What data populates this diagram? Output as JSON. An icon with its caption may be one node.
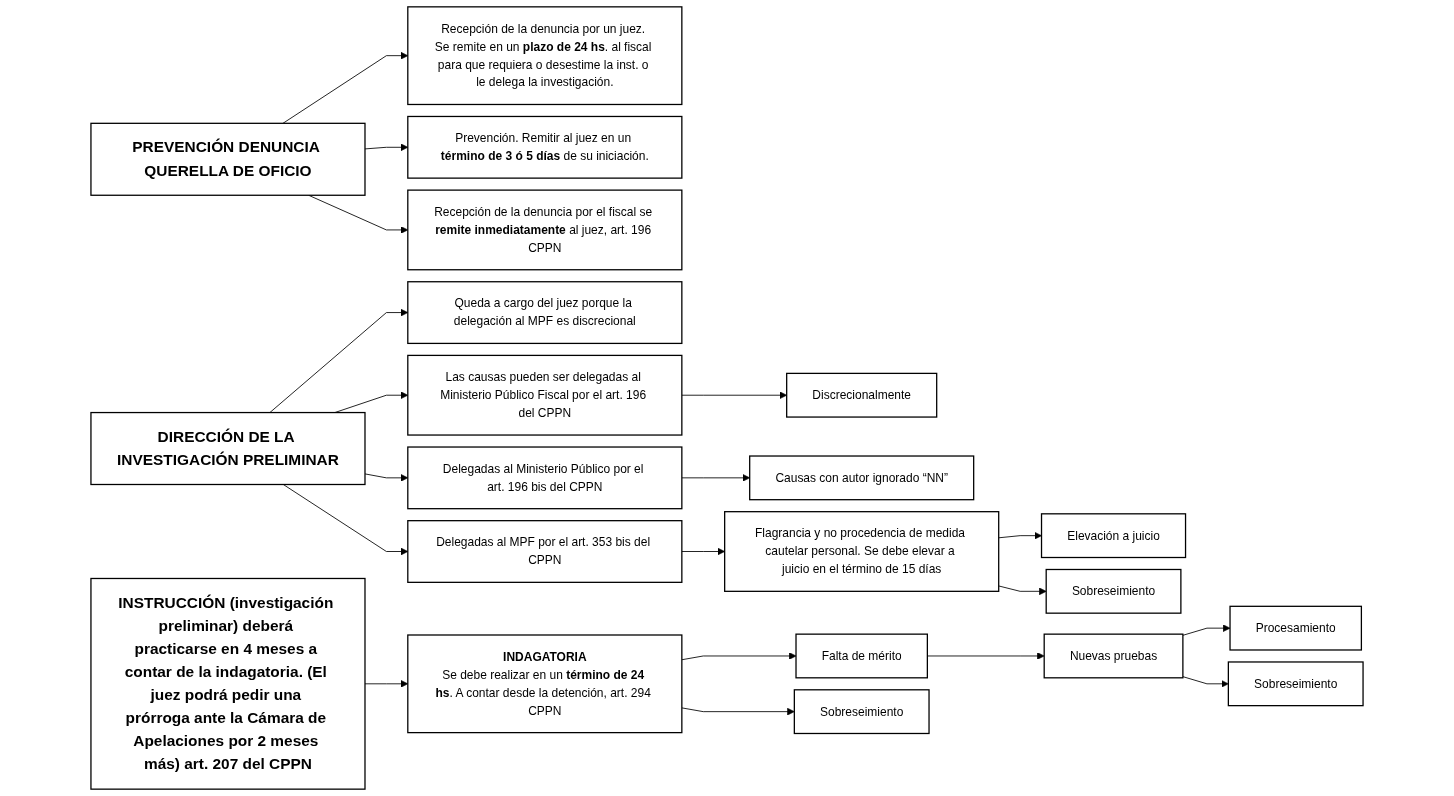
{
  "diagram": {
    "nodes": [
      {
        "text": [
          "PREVENCIÓN DENUNCIA QUERELLA DE OFICIO"
        ]
      },
      {
        "text": [
          "Recepción de la denuncia por un juez. Se remite en un **plazo de 24 hs**. al fiscal para que requiera o desestime la inst. o le delega la investigación."
        ]
      },
      {
        "text": [
          "Prevención. Remitir al juez en un **término de 3 ó 5 días** de su iniciación."
        ]
      },
      {
        "text": [
          "Recepción de la denuncia por el fiscal se **remite inmediatamente** al juez, art. 196 CPPN"
        ]
      },
      {
        "text": [
          "DIRECCIÓN DE LA INVESTIGACIÓN PRELIMINAR"
        ]
      },
      {
        "text": [
          "Queda a cargo del juez porque la delegación al MPF es discrecional"
        ]
      },
      {
        "text": [
          "Las causas pueden ser delegadas al Ministerio Público Fiscal por el art. 196 del CPPN"
        ]
      },
      {
        "text": [
          "Discrecionalmente"
        ]
      },
      {
        "text": [
          "Delegadas al Ministerio Público por el art. 196 bis del CPPN"
        ]
      },
      {
        "text": [
          "Causas con autor ignorado “NN”"
        ]
      },
      {
        "text": [
          "Delegadas al MPF por el art. 353 bis del CPPN"
        ]
      },
      {
        "text": [
          "Flagrancia y no procedencia de medida cautelar personal. Se debe elevar a juicio en el término de 15 días"
        ]
      },
      {
        "text": [
          "Elevación a juicio"
        ]
      },
      {
        "text": [
          "Sobreseimiento"
        ]
      },
      {
        "text": [
          "INSTRUCCIÓN (investigación preliminar) deberá practicarse en 4 meses a contar de la indagatoria. (El juez podrá pedir una prórroga ante la Cámara de Apelaciones por 2 meses más) art. 207 del CPPN"
        ]
      },
      {
        "text": [
          "INDAGATORIA",
          "Se debe realizar en un **término de 24 hs**. A contar desde la detención, art. 294 CPPN"
        ]
      },
      {
        "text": [
          "Falta de mérito"
        ]
      },
      {
        "text": [
          "Sobreseimiento"
        ]
      },
      {
        "text": [
          "Nuevas pruebas"
        ]
      },
      {
        "text": [
          "Procesamiento"
        ]
      },
      {
        "text": [
          "Sobreseimiento"
        ]
      }
    ],
    "edges": [
      {
        "from": 0,
        "to": 1,
        "arrow": "to"
      },
      {
        "from": 0,
        "to": 2,
        "arrow": "to"
      },
      {
        "from": 0,
        "to": 3,
        "arrow": "to"
      },
      {
        "from": 4,
        "to": 5,
        "arrow": "to"
      },
      {
        "from": 4,
        "to": 6,
        "arrow": "to"
      },
      {
        "from": 4,
        "to": 8,
        "arrow": "to"
      },
      {
        "from": 4,
        "to": 10,
        "arrow": "to"
      },
      {
        "from": 6,
        "to": 7,
        "arrow": "to"
      },
      {
        "from": 8,
        "to": 9,
        "arrow": "to"
      },
      {
        "from": 10,
        "to": 11,
        "arrow": "to"
      },
      {
        "from": 11,
        "to": 12,
        "arrow": "to"
      },
      {
        "from": 11,
        "to": 13,
        "arrow": "to"
      },
      {
        "from": 14,
        "to": 15,
        "arrow": "to"
      },
      {
        "from": 15,
        "to": 16,
        "arrow": "to"
      },
      {
        "from": 15,
        "to": 17,
        "arrow": "to"
      },
      {
        "from": 16,
        "to": 18,
        "arrow": "to"
      },
      {
        "from": 18,
        "to": 19,
        "arrow": "to"
      },
      {
        "from": 18,
        "to": 20,
        "arrow": "to"
      }
    ]
  }
}
